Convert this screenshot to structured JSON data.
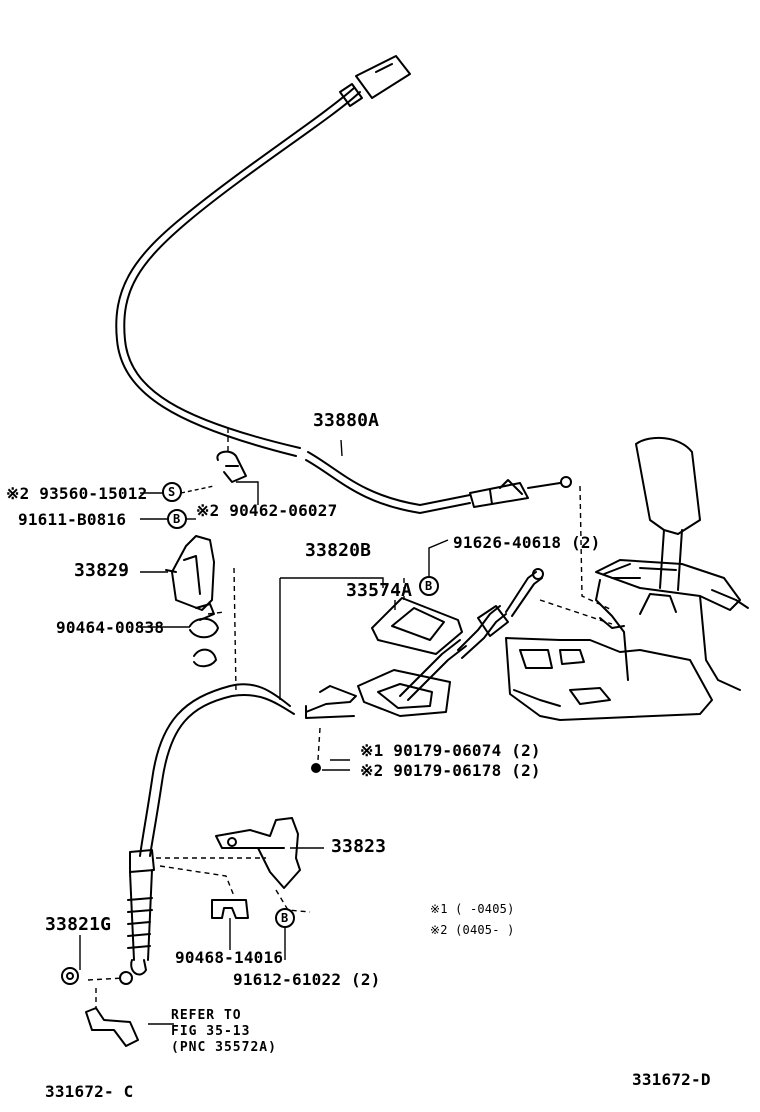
{
  "diagram": {
    "doc_code_left": "331672- C",
    "doc_code_right": "331672-D",
    "markers": {
      "s": "S",
      "b": "B"
    },
    "parts": {
      "p33880A": "33880A",
      "p93560": "※2 93560-15012",
      "p90462": "※2 90462-06027",
      "p91611": "91611-B0816",
      "p33829": "33829",
      "p33820B": "33820B",
      "p33574A": "33574A",
      "p91626": "91626-40618 (2)",
      "p90464": "90464-00838",
      "p90179_1": "※1  90179-06074 (2)",
      "p90179_2": "※2  90179-06178 (2)",
      "p33823": "33823",
      "p33821G": "33821G",
      "p90468": "90468-14016",
      "p91612": "91612-61022 (2)"
    },
    "notes": {
      "n1": "※1 (      -0405)",
      "n2": "※2 (0405-      )"
    },
    "refer": {
      "line1": "REFER TO",
      "line2": "FIG 35-13",
      "line3": "(PNC 35572A)"
    }
  }
}
